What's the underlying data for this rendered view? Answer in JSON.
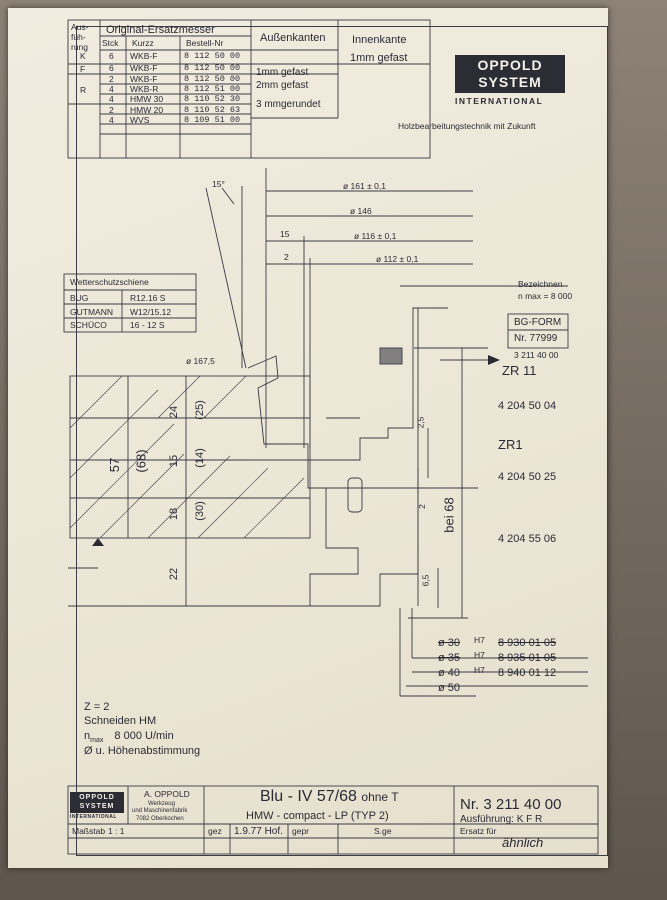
{
  "header_table": {
    "col_ausfuhrung": "Aus-\nfüh-\nrung",
    "group_title": "Original-Ersatzmesser",
    "col_stck": "Stck",
    "col_kurzz": "Kurzz",
    "col_bestell": "Bestell-Nr",
    "col_aussen": "Außenkanten",
    "col_innen": "Innenkante",
    "innen_value": "1mm gefast",
    "rows": [
      {
        "ausf": "K",
        "stck": "6",
        "kurzz": "WKB-F",
        "nr": "8 112 50 00",
        "aussen": "1mm gefast"
      },
      {
        "ausf": "F",
        "stck": "6",
        "kurzz": "WKB-F",
        "nr": "8 112 50 00",
        "aussen": "2mm gefast"
      },
      {
        "ausf": "R",
        "stck": "2",
        "kurzz": "WKB-F",
        "nr": "8 112 50 00",
        "aussen": "3 mmgerundet"
      },
      {
        "ausf": "",
        "stck": "4",
        "kurzz": "WKB-R",
        "nr": "8 112 51 00",
        "aussen": ""
      },
      {
        "ausf": "",
        "stck": "4",
        "kurzz": "HMW 30",
        "nr": "8 110 52 30",
        "aussen": ""
      },
      {
        "ausf": "",
        "stck": "2",
        "kurzz": "HMW 20",
        "nr": "8 110 52 63",
        "aussen": ""
      },
      {
        "ausf": "",
        "stck": "4",
        "kurzz": "WVS",
        "nr": "8 109 51 00",
        "aussen": ""
      }
    ]
  },
  "brand": {
    "logo_line1": "OPPOLD",
    "logo_line2": "SYSTEM",
    "logo_sub": "INTERNATIONAL",
    "tagline": "Holzbearbeitungstechnik mit Zukunft"
  },
  "weather_table": {
    "title": "Wetterschutzschiene",
    "rows": [
      {
        "name": "BUG",
        "value": "R12.16  S"
      },
      {
        "name": "GUTMANN",
        "value": "W12/15.12"
      },
      {
        "name": "SCHÜCO",
        "value": "16 - 12  S"
      }
    ]
  },
  "dimensions": {
    "angle": "15°",
    "d161": "ø 161 ± 0,1",
    "d146": "ø 146",
    "d116": "ø 116 ± 0,1",
    "d112": "ø 112 ± 0,1",
    "d1675": "ø 167,5",
    "w15": "15",
    "w2": "2",
    "v24": "24",
    "v25": "(25)",
    "v57": "57",
    "v68": "(68)",
    "v15": "15",
    "v14": "(14)",
    "v18": "18",
    "v30": "(30)",
    "v22": "22",
    "v25b": "2,5",
    "v2": "2",
    "v65": "6,5",
    "bei68": "bei 68"
  },
  "labels_right": {
    "bezeichnen": "Bezeichnen",
    "nmax": "n max = 8 000",
    "bgform": "BG-FORM",
    "bgnr": "Nr. 77999",
    "part_nr": "3 211 40 00",
    "zr11": "ZR 11",
    "code1": "4  204  50 04",
    "zr1": "ZR1",
    "code2": "4  204  50 25",
    "code3": "4  204  55 06"
  },
  "bore_table": [
    {
      "d": "ø 30",
      "tol": "H7",
      "nr": "8  930  01  05",
      "struck": true
    },
    {
      "d": "ø 35",
      "tol": "H7",
      "nr": "8  935  01  05",
      "struck": true
    },
    {
      "d": "ø 40",
      "tol": "H7",
      "nr": "8  940  01  12",
      "struck": false
    },
    {
      "d": "ø 50",
      "tol": "",
      "nr": "",
      "struck": false
    }
  ],
  "notes": {
    "z": "Z = 2",
    "schneiden": "Schneiden   HM",
    "nmax_prefix": "n",
    "nmax_sub": "max",
    "nmax_value": "8 000 U/min",
    "hohen": "Ø u. Höhenabstimmung"
  },
  "title_block": {
    "company": "A. OPPOLD",
    "company_l2": "Werkzeug",
    "company_l3": "und Maschinenfabrik",
    "company_l4": "7082 Oberkochen",
    "title": "Blu - IV 57/68",
    "title_suffix": "ohne T",
    "subtitle": "HMW - compact - LP   (TYP 2)",
    "nr_label": "Nr.",
    "nr_value": "3  211 40 00",
    "ausfuhrung": "Ausführung: K   F   R",
    "massstab_label": "Maßstab",
    "massstab_value": "1 : 1",
    "gez_label": "gez",
    "gez_value": "1.9.77 Hof.",
    "gepr_label": "gepr",
    "sgez_label": "S.ge",
    "ersatz_label": "Ersatz für",
    "ahnlich": "ähnlich"
  },
  "colors": {
    "ink": "#2b2b36",
    "paper": "#ede7d8",
    "logo_bg": "#2c2c34"
  }
}
